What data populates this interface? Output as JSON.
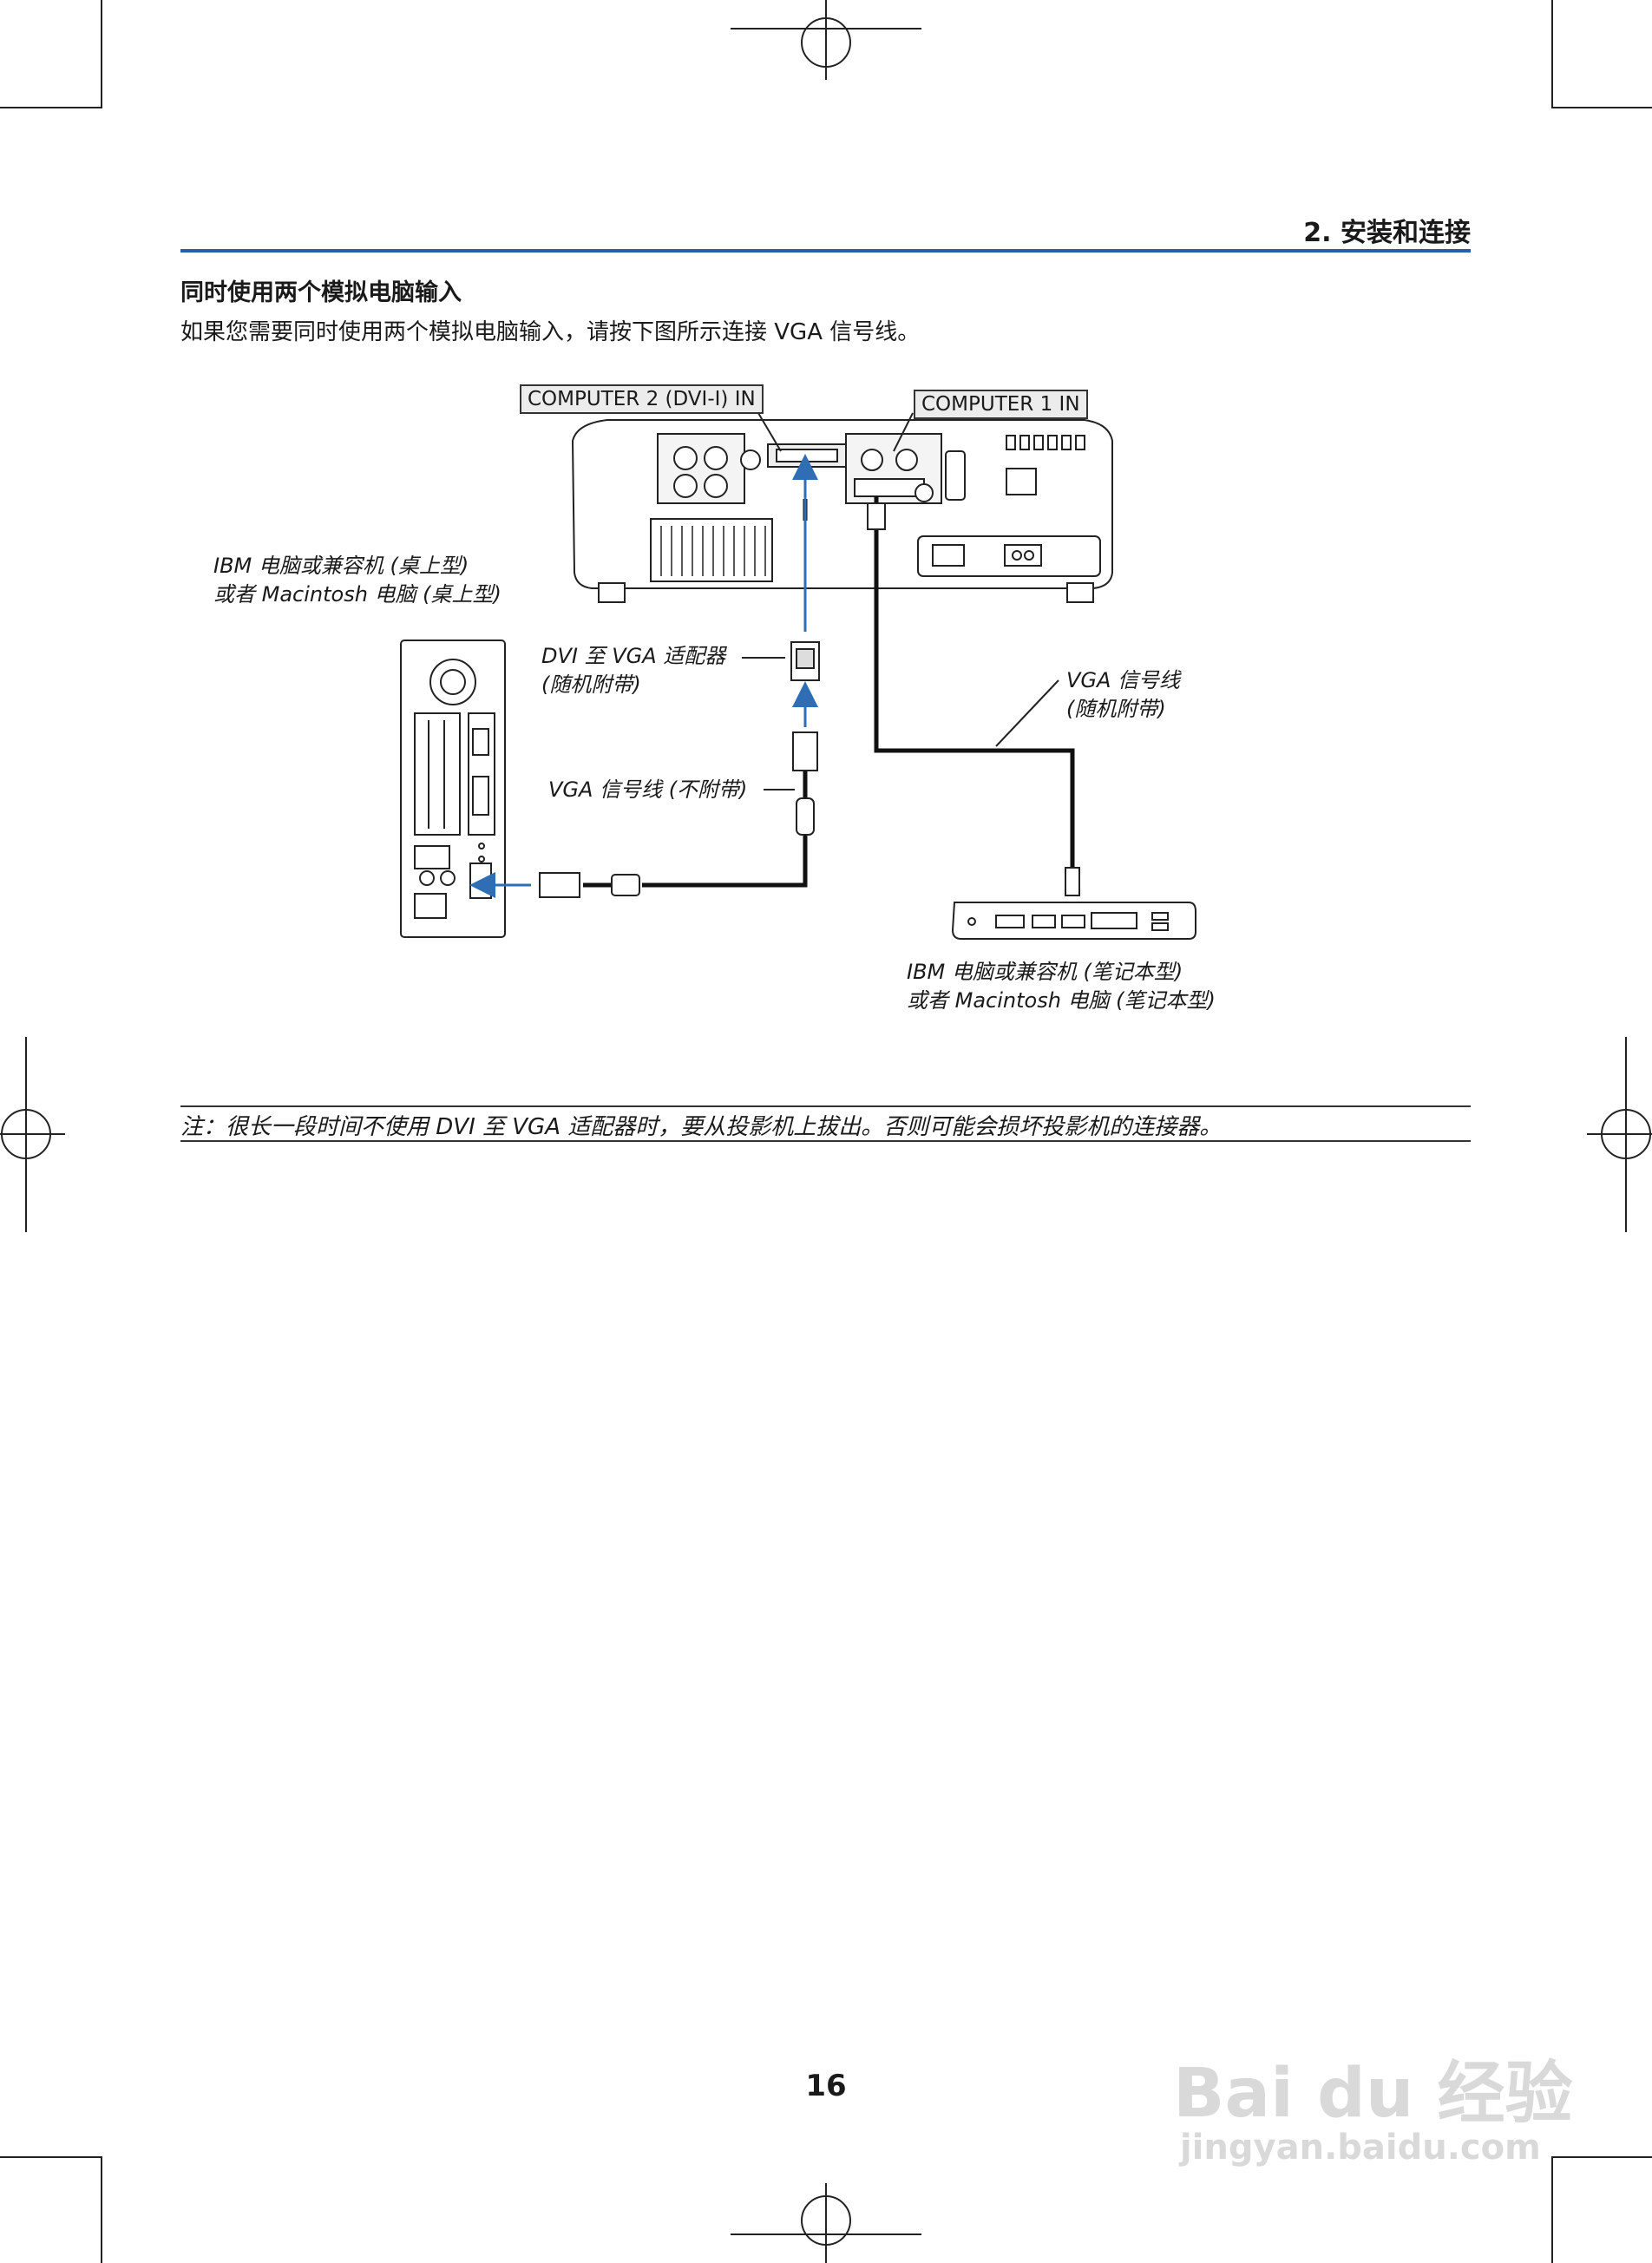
{
  "header": {
    "section_title": "2. 安装和连接"
  },
  "section": {
    "heading": "同时使用两个模拟电脑输入",
    "intro": "如果您需要同时使用两个模拟电脑输入，请按下图所示连接 VGA 信号线。"
  },
  "diagram": {
    "port_label_2": "COMPUTER 2 (DVI-I) IN",
    "port_label_1": "COMPUTER 1 IN",
    "desktop_label_line1": "IBM 电脑或兼容机 (桌上型)",
    "desktop_label_line2": "或者 Macintosh 电脑 (桌上型)",
    "adapter_label_line1": "DVI 至 VGA 适配器",
    "adapter_label_line2": "(随机附带)",
    "vga_cable_supplied_line1": "VGA 信号线",
    "vga_cable_supplied_line2": "(随机附带)",
    "vga_cable_not_supplied": "VGA 信号线 (不附带)",
    "notebook_label_line1": "IBM 电脑或兼容机 (笔记本型)",
    "notebook_label_line2": "或者 Macintosh 电脑 (笔记本型)"
  },
  "note": "注：很长一段时间不使用 DVI 至 VGA 适配器时，要从投影机上拔出。否则可能会损坏投影机的连接器。",
  "footer": {
    "page_number": "16"
  },
  "watermark": {
    "brand": "Bai du 经验",
    "url": "jingyan.baidu.com"
  },
  "colors": {
    "accent_rule": "#2b5ea7",
    "arrow": "#2f6db5"
  }
}
